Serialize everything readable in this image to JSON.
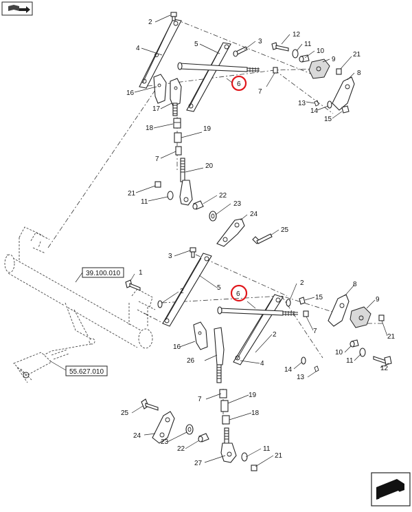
{
  "refs": {
    "upper_ref": "39.100.010",
    "lower_ref": "55.627.010"
  },
  "colors": {
    "callout": "#e0161b",
    "line": "#222222"
  },
  "icons": {
    "top_left": "book-open-icon",
    "bottom_right": "next-page-arrow-icon"
  },
  "labels": {
    "u2": "2",
    "u3": "3",
    "u4": "4",
    "u5": "5",
    "u6": "6",
    "u7a": "7",
    "u8": "8",
    "u9": "9",
    "u10": "10",
    "u11a": "11",
    "u12": "12",
    "u13": "13",
    "u14": "14",
    "u15": "15",
    "u16": "16",
    "u17": "17",
    "u18": "18",
    "u19": "19",
    "u7b": "7",
    "u20": "20",
    "u21a": "21",
    "u21b": "21",
    "u11b": "11",
    "u22": "22",
    "u23": "23",
    "u24": "24",
    "u25": "25",
    "l1": "1",
    "l3": "3",
    "l2a": "2",
    "l5": "5",
    "l6": "6",
    "l15": "15",
    "l8": "8",
    "l9": "9",
    "l7a": "7",
    "l21": "21",
    "l16": "16",
    "l2b": "2",
    "l4": "4",
    "l26": "26",
    "l10": "10",
    "l11a": "11",
    "l12": "12",
    "l14": "14",
    "l13": "13",
    "l7b": "7",
    "l19": "19",
    "l25": "25",
    "l18": "18",
    "l24": "24",
    "l23": "23",
    "l22": "22",
    "l11b": "11",
    "l21b": "21",
    "l27": "27"
  }
}
